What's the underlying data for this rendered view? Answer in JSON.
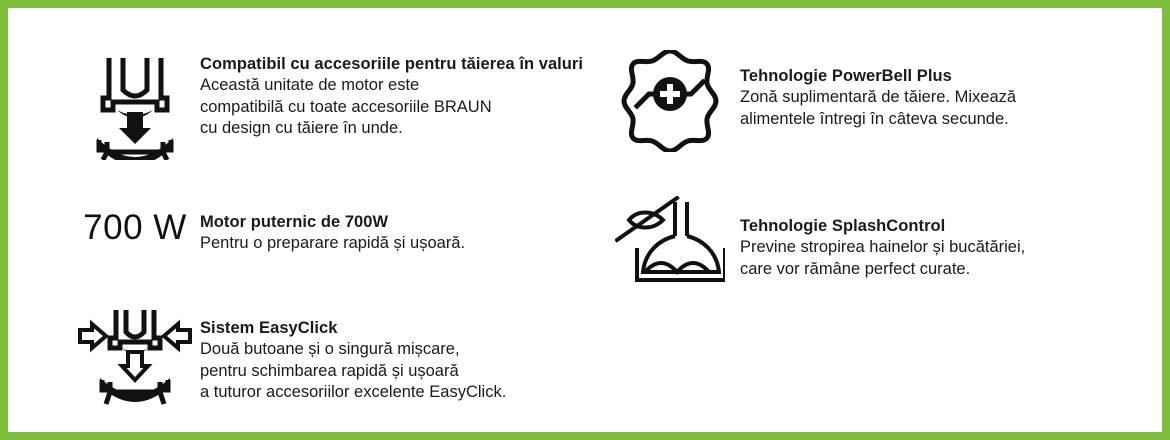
{
  "panel": {
    "border_color": "#7dbe3d",
    "background_color": "#ffffff",
    "text_color": "#1a1a1a"
  },
  "features": [
    {
      "id": "wavecut",
      "icon": "wave-cut-attachment-icon",
      "title": "Compatibil cu accesoriile pentru tăierea în valuri",
      "description": "Această unitate de motor este\ncompatibilă cu toate accesoriile BRAUN\ncu design cu tăiere în unde."
    },
    {
      "id": "powerbell",
      "icon": "powerbell-plus-icon",
      "title": "Tehnologie PowerBell Plus",
      "description": "Zonă suplimentară de tăiere. Mixează\nalimentele întregi în câteva secunde."
    },
    {
      "id": "motor",
      "icon": "700-watt-badge",
      "badge": "700 W",
      "title": "Motor puternic de 700W",
      "description": "Pentru o preparare rapidă și ușoară."
    },
    {
      "id": "splash",
      "icon": "splash-control-icon",
      "title": "Tehnologie SplashControl",
      "description": "Previne stropirea hainelor și bucătăriei,\ncare vor rămâne perfect curate."
    },
    {
      "id": "easyclick",
      "icon": "easyclick-system-icon",
      "title": "Sistem EasyClick",
      "description": "Două butoane și o singură mișcare,\npentru schimbarea rapidă și ușoară\na tuturor accesoriilor excelente EasyClick."
    }
  ]
}
